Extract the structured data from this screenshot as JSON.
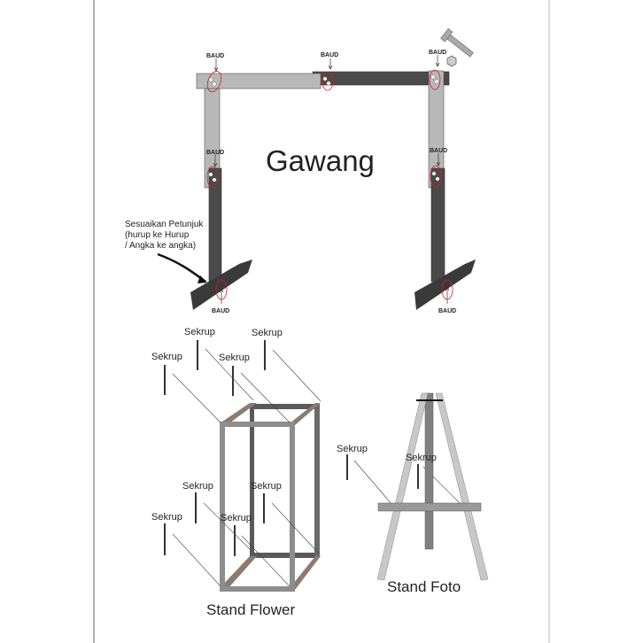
{
  "gawang": {
    "title": "Gawang",
    "baud_label": "BAUD",
    "note_lines": [
      "Sesuaikan Petunjuk",
      "(hurup ke Hurup",
      "/ Angka ke angka)"
    ]
  },
  "stand_flower": {
    "title": "Stand Flower",
    "screw_label": "Sekrup"
  },
  "stand_foto": {
    "title": "Stand Foto",
    "screw_label": "Sekrup"
  },
  "colors": {
    "light_bar": "#b8b8b8",
    "dark_bar": "#4a4a4a",
    "wood": "#8c7b6f",
    "circle": "#d42020"
  }
}
